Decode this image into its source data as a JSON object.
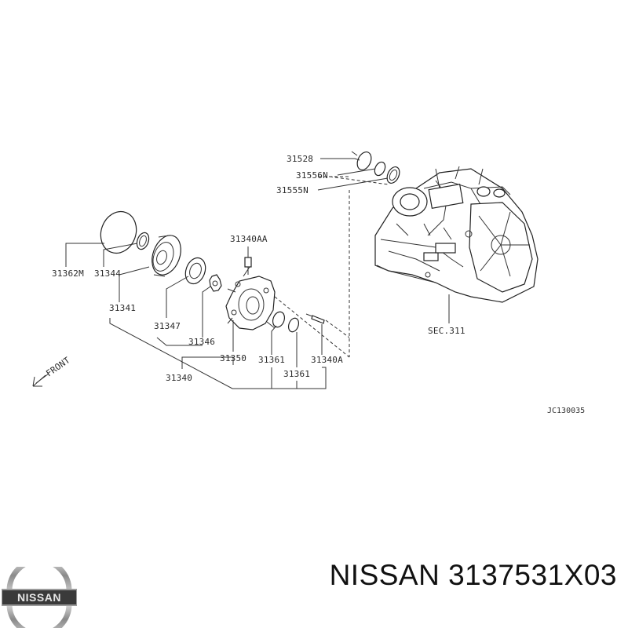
{
  "diagram": {
    "front_label": "FRONT",
    "section_ref": "SEC.311",
    "figure_code": "JC130035",
    "callouts": {
      "p31528": "31528",
      "p31556N": "31556N",
      "p31555N": "31555N",
      "p31340AA": "31340AA",
      "p31362M": "31362M",
      "p31344": "31344",
      "p31341": "31341",
      "p31347": "31347",
      "p31346": "31346",
      "p31350": "31350",
      "p31361a": "31361",
      "p31361b": "31361",
      "p31340A": "31340A",
      "p31340": "31340"
    }
  },
  "footer": {
    "logo_text": "NISSAN",
    "brand": "NISSAN",
    "part_number": "3137531X03",
    "title": "NISSAN 3137531X03"
  }
}
